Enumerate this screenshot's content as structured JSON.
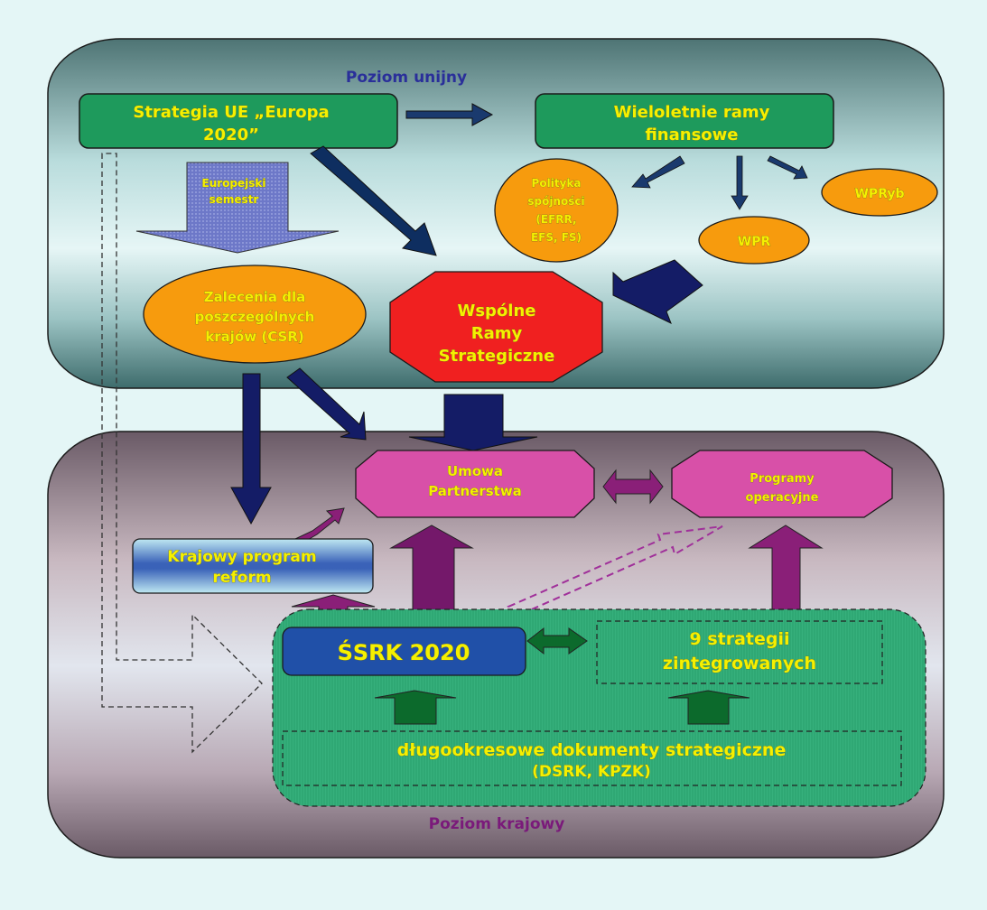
{
  "levels": {
    "eu": "Poziom unijny",
    "national": "Poziom krajowy"
  },
  "nodes": {
    "strategia": [
      "Strategia UE „Europa",
      "2020”"
    ],
    "wieloletnie": [
      "Wieloletnie ramy",
      "finansowe"
    ],
    "semestr": [
      "Europejski",
      "semestr"
    ],
    "polityka": [
      "Polityka",
      "spójności",
      "(EFRR,",
      "EFS, FS)"
    ],
    "wpr": "WPR",
    "wpryb": "WPRyb",
    "zalecenia": [
      "Zalecenia dla",
      "poszczególnych",
      "krajów (CSR)"
    ],
    "wspolne": [
      "Wspólne",
      "Ramy",
      "Strategiczne"
    ],
    "umowa": [
      "Umowa",
      "Partnerstwa"
    ],
    "programy": [
      "Programy",
      "operacyjne"
    ],
    "krajowy": [
      "Krajowy program",
      "reform"
    ],
    "ssrk": "ŚSRK 2020",
    "strategie9": [
      "9 strategii",
      "zintegrowanych"
    ],
    "dlugo": [
      "długookresowe dokumenty strategiczne",
      "(DSRK, KPZK)"
    ]
  },
  "colors": {
    "background": "#e4f6f6",
    "green_box": "#1e9a5c",
    "orange": "#f79b0d",
    "red": "#f02020",
    "pink": "#d850a8",
    "navy_arrow": "#14205e",
    "purple_arrow": "#8a1f78",
    "dark_green_arrow": "#0c6a2c",
    "ssrk_blue": "#2050a8",
    "text_yellow": "#f5f000"
  }
}
